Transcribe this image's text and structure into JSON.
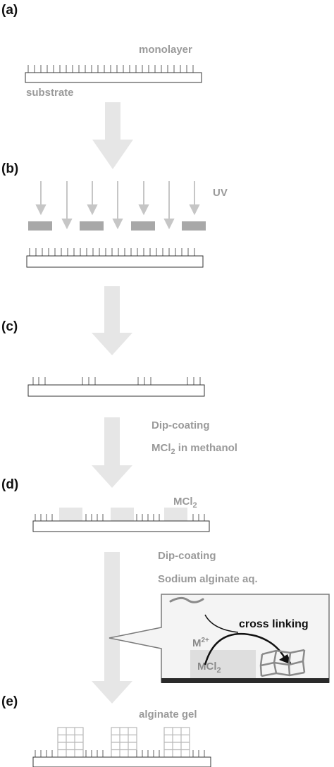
{
  "panels": {
    "a": {
      "label": "(a)",
      "top_label": "monolayer",
      "bottom_label": "substrate"
    },
    "b": {
      "label": "(b)",
      "light_label": "UV"
    },
    "c": {
      "label": "(c)"
    },
    "d": {
      "label": "(d)",
      "layer_label_main": "MCl",
      "layer_label_sub": "2"
    },
    "e": {
      "label": "(e)",
      "gel_label": "alginate gel"
    }
  },
  "steps": {
    "c_to_d": {
      "line1": "Dip-coating",
      "line2_main": "MCl",
      "line2_sub": "2",
      "line2_rest": " in methanol"
    },
    "d_to_e": {
      "line1": "Dip-coating",
      "line2": "Sodium alginate aq."
    }
  },
  "inset": {
    "reaction_label": "cross linking",
    "ion_main": "M",
    "ion_sup": "2+",
    "salt_main": "MCl",
    "salt_sub": "2"
  },
  "colors": {
    "arrow": "#e4e4e4",
    "text_gray": "#9a9a9a",
    "mask": "#a8a8a8",
    "salt_block": "#e6e6e6",
    "monolayer": "#b0b0b0"
  }
}
